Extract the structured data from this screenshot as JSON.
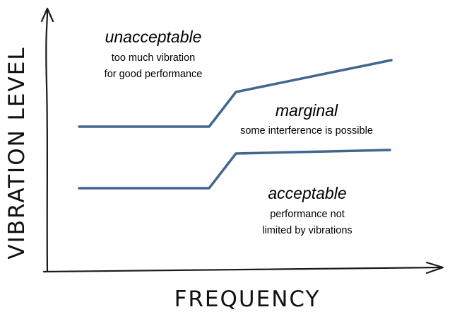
{
  "axes": {
    "y_label": "VIBRATION LEVEL",
    "x_label": "FREQUENCY"
  },
  "regions": {
    "unacceptable": {
      "title": "unacceptable",
      "desc_line1": "too much vibration",
      "desc_line2": "for good performance"
    },
    "marginal": {
      "title": "marginal",
      "desc_line1": "some interference is possible"
    },
    "acceptable": {
      "title": "acceptable",
      "desc_line1": "performance not",
      "desc_line2": "limited by vibrations"
    }
  },
  "colors": {
    "boundary_line": "#41678F",
    "axis": "#1a1a1a",
    "text": "#000000"
  }
}
